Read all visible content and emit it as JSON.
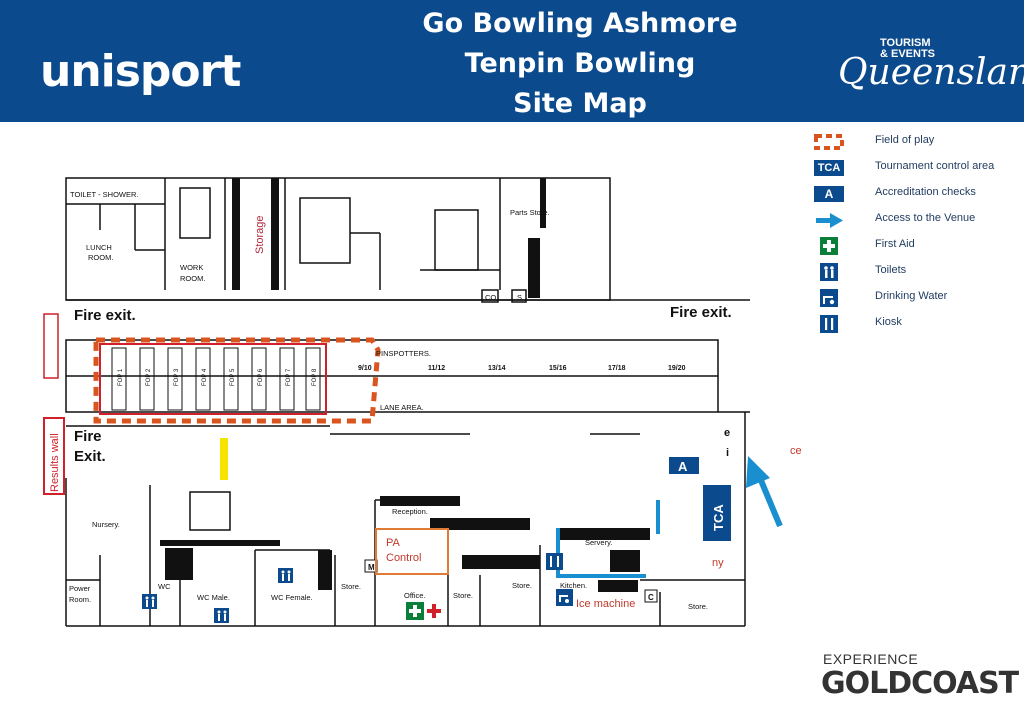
{
  "header": {
    "title_lines": [
      "Go Bowling Ashmore",
      "Tenpin Bowling",
      "Site Map"
    ],
    "left_logo": "unisport",
    "right_logo_top": [
      "TOURISM",
      "& EVENTS"
    ],
    "right_logo_main": "Queensland"
  },
  "legend": [
    {
      "icon": "field-of-play-swatch",
      "label": "Field of play"
    },
    {
      "icon": "tca-badge",
      "badge": "TCA",
      "label": "Tournament control area"
    },
    {
      "icon": "accreditation-badge",
      "badge": "A",
      "label": "Accreditation checks"
    },
    {
      "icon": "arrow-icon",
      "label": "Access to the Venue"
    },
    {
      "icon": "first-aid-icon",
      "label": "First Aid"
    },
    {
      "icon": "toilets-icon",
      "label": "Toilets"
    },
    {
      "icon": "drinking-water-icon",
      "label": "Drinking Water"
    },
    {
      "icon": "kiosk-icon",
      "label": "Kiosk"
    }
  ],
  "rooms": {
    "toilet_shower": "TOILET - SHOWER.",
    "lunch_1": "LUNCH",
    "lunch_2": "ROOM.",
    "work_1": "WORK",
    "work_2": "ROOM.",
    "storage": "Storage",
    "parts_store": "Parts Store.",
    "co": "CO",
    "s": "S",
    "fire_exit_left": "Fire exit.",
    "fire_exit_right": "Fire exit.",
    "pinspotters": "PINSPOTTERS.",
    "lane_area": "LANE AREA.",
    "fire_exit_2a": "Fire",
    "fire_exit_2b": "Exit.",
    "results_wall": "Results wall",
    "nursery": "Nursery.",
    "reception": "Reception.",
    "pa_1": "PA",
    "pa_2": "Control",
    "servery": "Servery.",
    "power_1": "Power",
    "power_2": "Room.",
    "wc": "WC",
    "wc_male": "WC Male.",
    "wc_female": "WC Female.",
    "store_1": "Store.",
    "m": "M",
    "office": "Office.",
    "store_2": "Store.",
    "store_3": "Store.",
    "kitchen": "Kitchen.",
    "ice_machine": "Ice machine",
    "c": "C",
    "store_4": "Store.",
    "tca": "TCA",
    "a": "A",
    "ce": "ce",
    "ny": "ny",
    "e": "e",
    "i": "i"
  },
  "fop_lanes": [
    "FOP 1",
    "FOP 2",
    "FOP 3",
    "FOP 4",
    "FOP 5",
    "FOP 6",
    "FOP 7",
    "FOP 8"
  ],
  "lane_numbers": [
    "9/10",
    "11/12",
    "13/14",
    "15/16",
    "17/18",
    "19/20"
  ],
  "footer": {
    "line1": "EXPERIENCE",
    "line2": "GOLDCOAST"
  },
  "colors": {
    "banner": "#0b4a8c",
    "fop": "#d9541e",
    "badge": "#0b4a8c",
    "arrow": "#1a8fd0",
    "first_aid": "#0a7f3a",
    "red": "#d0202a"
  }
}
